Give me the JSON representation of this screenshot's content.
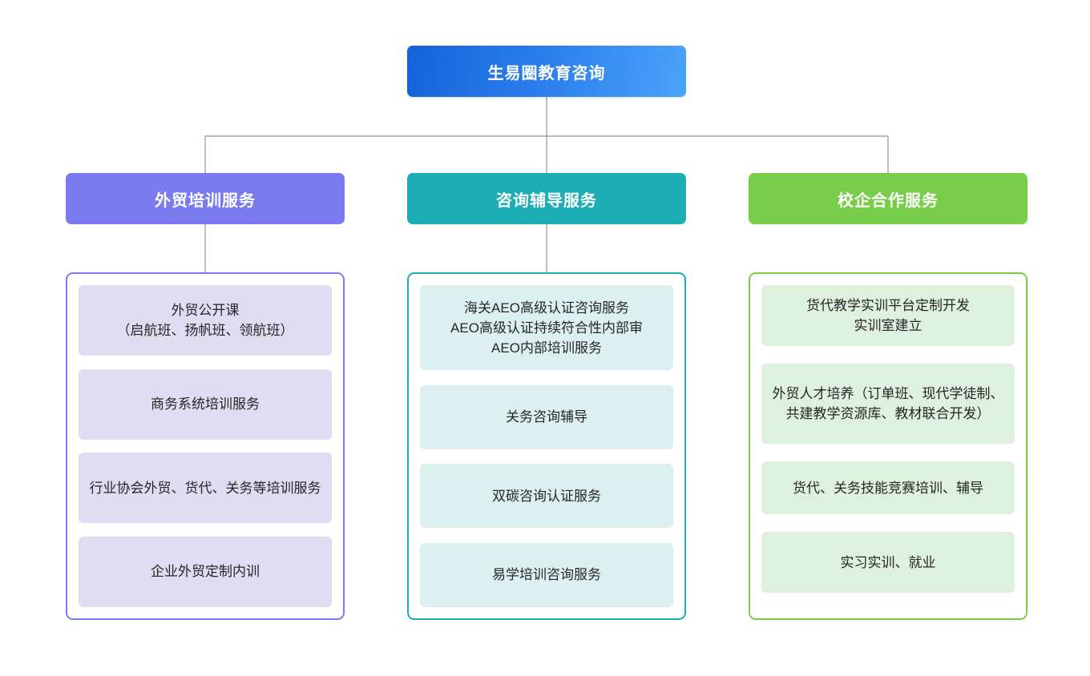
{
  "diagram": {
    "type": "organization-chart",
    "root": {
      "label": "生易圈教育咨询",
      "color": "#2a7ceb"
    },
    "branches": [
      {
        "label": "外贸培训服务",
        "color": "#7b7bf0",
        "item_color": "#e0dcf2",
        "has_connector": true,
        "items": [
          "外贸公开课\n（启航班、扬帆班、领航班）",
          "商务系统培训服务",
          "行业协会外贸、货代、关务等培训服务",
          "企业外贸定制内训"
        ]
      },
      {
        "label": "咨询辅导服务",
        "color": "#1cadb5",
        "item_color": "#dcf0f0",
        "has_connector": true,
        "items": [
          "海关AEO高级认证咨询服务\nAEO高级认证持续符合性内部审\nAEO内部培训服务",
          "关务咨询辅导",
          "双碳咨询认证服务",
          "易学培训咨询服务"
        ]
      },
      {
        "label": "校企合作服务",
        "color": "#78ce4b",
        "item_color": "#def0de",
        "has_connector": false,
        "items": [
          "货代教学实训平台定制开发\n实训室建立",
          "外贸人才培养（订单班、现代学徒制、共建教学资源库、教材联合开发）",
          "货代、关务技能竞赛培训、辅导",
          "实习实训、就业"
        ]
      }
    ],
    "connector_color": "#9aa5b1"
  }
}
